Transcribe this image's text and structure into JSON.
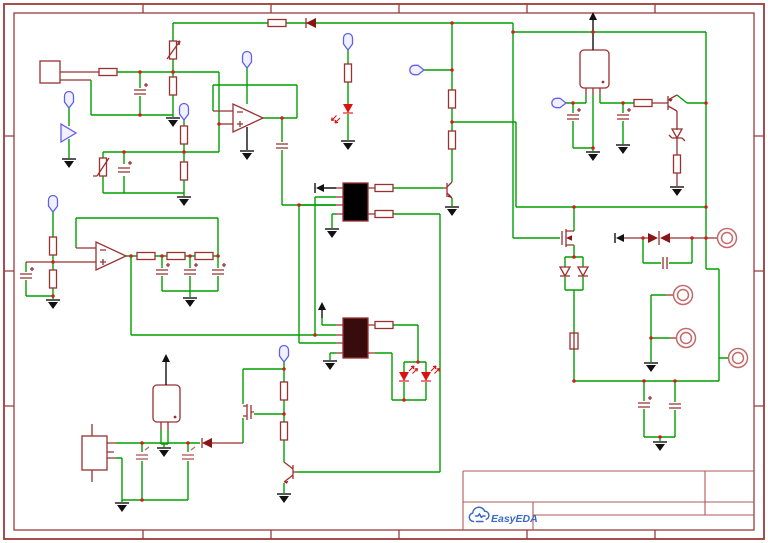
{
  "title_block": {
    "logo_text": "EasyEDA"
  },
  "colors": {
    "canvas": "#ffffff",
    "frame": "#9a3b3b",
    "titleblock": "#b25a5a",
    "wire": "#00a000",
    "component": "#993131",
    "component_fill": "#ffffff",
    "filled_diode": "#8a1515",
    "led": "#dd1111",
    "ic_body": "#000000",
    "ic2_body": "#380c0c",
    "black": "#111111",
    "flag": "#6161e8",
    "flag_fill": "#f0f0ff",
    "connector": "#c46a6a",
    "junction": "#cc2222",
    "logo": "#3a67c8",
    "cap_light": "#bb6b6b"
  },
  "schematic_inventory": {
    "op_amps": 2,
    "buffer_triangles": 1,
    "optocoupler_ics": 2,
    "voltage_regulators": 2,
    "bjt_transistors": 3,
    "mosfets": 2,
    "diodes": 5,
    "zener_diodes": 1,
    "tvs_bidirectional_diodes": 1,
    "leds": 3,
    "resistors": 21,
    "trimmer_potentiometers": 1,
    "thermistors": 1,
    "capacitors": 14,
    "fuses": 1,
    "transformers": 1,
    "ring_connectors": 4,
    "blue_net_flags": 8,
    "power_arrow_flags": 5,
    "ground_symbols": 18,
    "sensor_modules": 1
  }
}
